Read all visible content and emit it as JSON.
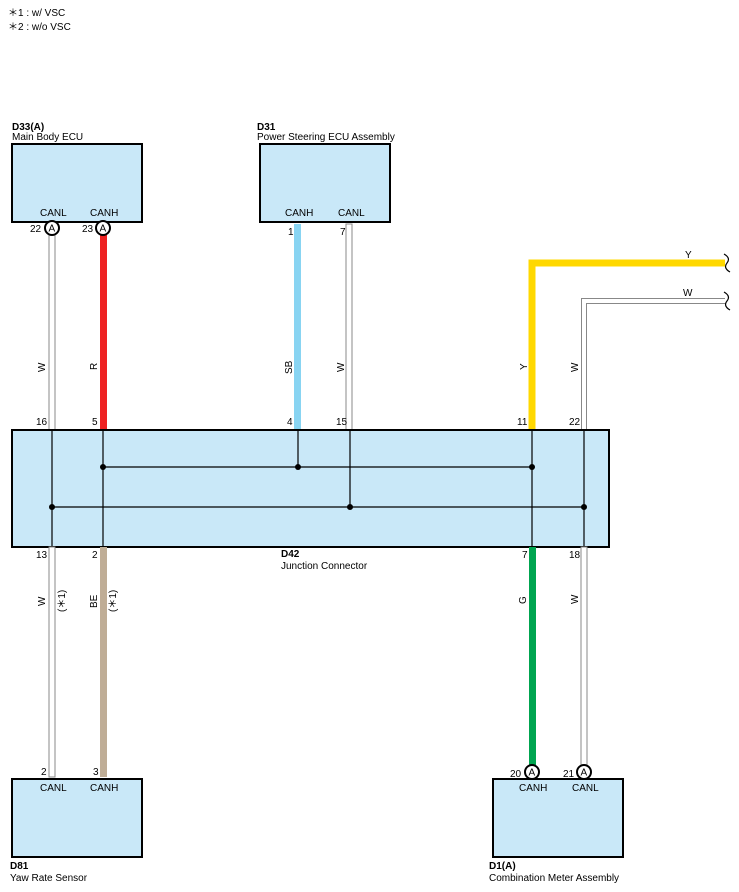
{
  "notes": [
    "＊1 : w/ VSC",
    "＊2 : w/o VSC"
  ],
  "components": {
    "d33": {
      "code": "D33(A)",
      "name": "Main Body ECU"
    },
    "d31": {
      "code": "D31",
      "name": "Power Steering ECU Assembly"
    },
    "d42": {
      "code": "D42",
      "name": "Junction Connector"
    },
    "d81": {
      "code": "D81",
      "name": "Yaw Rate Sensor"
    },
    "d1": {
      "code": "D1(A)",
      "name": "Combination Meter Assembly"
    }
  },
  "signals": {
    "canl": "CANL",
    "canh": "CANH"
  },
  "connector_letter": "A",
  "pins": {
    "d33_canl": "22",
    "d33_canh": "23",
    "d31_canh": "1",
    "d31_canl": "7",
    "d42_16": "16",
    "d42_5": "5",
    "d42_4": "4",
    "d42_15": "15",
    "d42_11": "11",
    "d42_22": "22",
    "d42_13": "13",
    "d42_2": "2",
    "d42_7": "7",
    "d42_18": "18",
    "d81_canl": "2",
    "d81_canh": "3",
    "d1_canh": "20",
    "d1_canl": "21"
  },
  "wire_colors": {
    "w": "W",
    "r": "R",
    "sb": "SB",
    "y": "Y",
    "be": "BE",
    "g": "G"
  },
  "footnote_marks": {
    "star1": "(＊1)"
  },
  "colors": {
    "component_fill": "#c9e8f8",
    "red": "#ee2222",
    "sky_blue": "#88d4f2",
    "yellow": "#ffd800",
    "beige": "#bfad96",
    "green": "#00a550",
    "white_wire_outline": "#888888"
  }
}
